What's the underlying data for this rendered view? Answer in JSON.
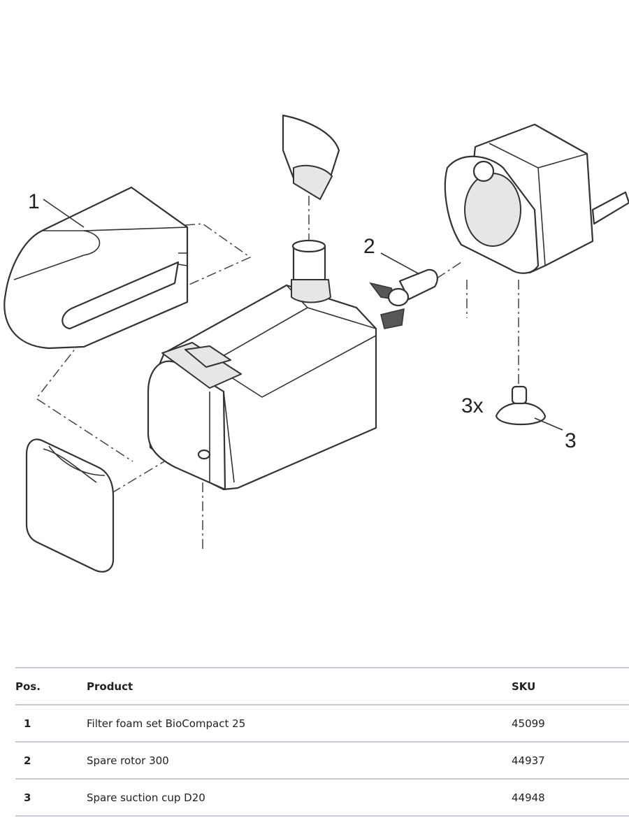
{
  "diagram": {
    "callouts": {
      "pos1": "1",
      "pos2": "2",
      "pos3": "3",
      "qty3": "3x"
    }
  },
  "table": {
    "headers": {
      "pos": "Pos.",
      "product": "Product",
      "sku": "SKU"
    },
    "rows": [
      {
        "pos": "1",
        "product": "Filter foam set BioCompact 25",
        "sku": "45099"
      },
      {
        "pos": "2",
        "product": "Spare rotor 300",
        "sku": "44937"
      },
      {
        "pos": "3",
        "product": "Spare suction cup D20",
        "sku": "44948"
      }
    ]
  }
}
